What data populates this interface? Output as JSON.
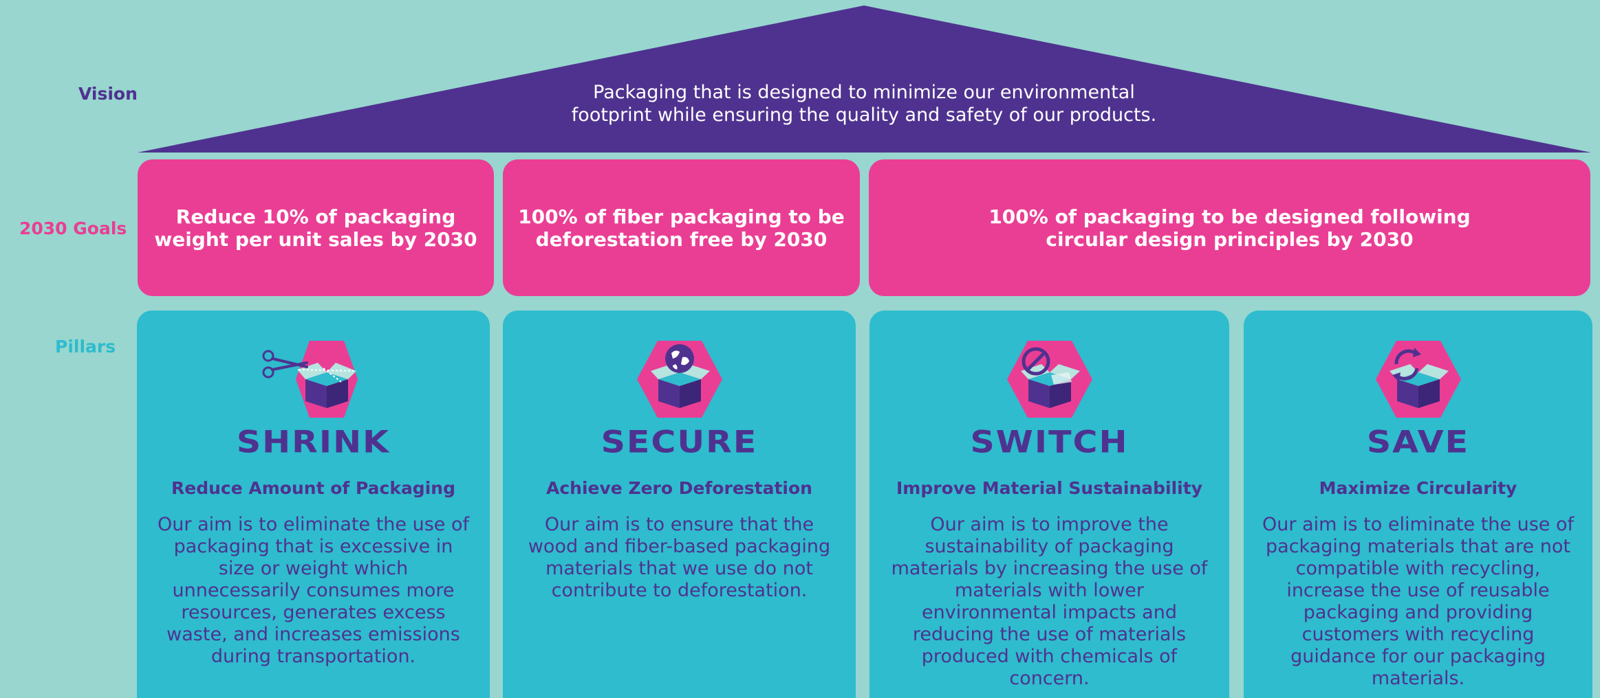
{
  "labels": {
    "vision": "Vision",
    "goals": "2030 Goals",
    "pillars": "Pillars"
  },
  "colors": {
    "background": "#98d6cf",
    "purple": "#4f328f",
    "pink": "#ea3e94",
    "teal": "#2ebcce",
    "light_teal": "#9fd9d4"
  },
  "vision": {
    "lines": [
      "Packaging that is designed to minimize our environmental",
      "footprint while ensuring the quality and safety of our products."
    ]
  },
  "goals": [
    {
      "lines": [
        "Reduce 10% of packaging",
        "weight per unit sales by 2030"
      ]
    },
    {
      "lines": [
        "100% of fiber packaging to be",
        "deforestation free by 2030"
      ]
    },
    {
      "lines": [
        "100% of packaging to be designed following",
        "circular design principles by 2030"
      ]
    }
  ],
  "pillars": [
    {
      "icon": "box-scissors-icon",
      "title": "SHRINK",
      "subtitle": "Reduce Amount of Packaging",
      "body_lines": [
        "Our aim is to eliminate the use of",
        "packaging that is excessive in",
        "size or weight which",
        "unnecessarily consumes more",
        "resources, generates excess",
        "waste, and increases emissions",
        "during transportation."
      ]
    },
    {
      "icon": "box-globe-icon",
      "title": "SECURE",
      "subtitle": "Achieve Zero Deforestation",
      "body_lines": [
        "Our aim is to ensure that the",
        "wood and fiber-based packaging",
        "materials that we use do not",
        "contribute to deforestation."
      ]
    },
    {
      "icon": "box-prohibited-icon",
      "title": "SWITCH",
      "subtitle": "Improve Material Sustainability",
      "body_lines": [
        "Our aim is to improve the",
        "sustainability of packaging",
        "materials by increasing the use of",
        "materials with lower",
        "environmental impacts and",
        "reducing the use of materials",
        "produced with chemicals of",
        "concern."
      ]
    },
    {
      "icon": "box-recycle-icon",
      "title": "SAVE",
      "subtitle": "Maximize Circularity",
      "body_lines": [
        "Our aim is to eliminate the use of",
        "packaging materials that are not",
        "compatible with recycling,",
        "increase the use of reusable",
        "packaging and providing",
        "customers with recycling",
        "guidance for our packaging",
        "materials."
      ]
    }
  ]
}
